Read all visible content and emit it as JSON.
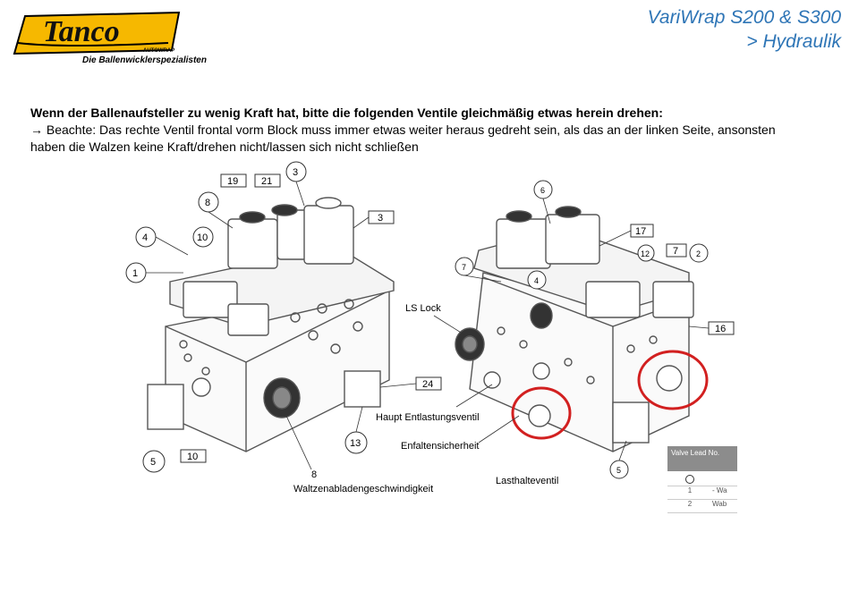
{
  "header": {
    "logo_text": "Tanco",
    "logo_subtext": "AUTOWRAP",
    "tagline": "Die Ballenwicklerspezialisten",
    "title_line1": "VariWrap S200 & S300",
    "title_line2": "> Hydraulik"
  },
  "content": {
    "heading": "Wenn der Ballenaufsteller zu wenig Kraft hat, bitte die folgenden Ventile gleichmäßig etwas herein drehen:",
    "note_arrow": "→",
    "note_text": "Beachte: Das rechte Ventil frontal vorm Block muss immer etwas weiter heraus gedreht sein, als das an der linken Seite, ansonsten haben die Walzen keine Kraft/drehen nicht/lassen sich nicht schließen"
  },
  "figure": {
    "labels": {
      "ls_lock": "LS Lock",
      "haupt": "Haupt Entlastungsventil",
      "enfalten": "Enfaltensicherheit",
      "lasthalte": "Lasthalteventil",
      "walzen": "Waltzenabladengeschwindigkeit"
    },
    "left_callouts": [
      "19",
      "21",
      "3",
      "8",
      "3",
      "4",
      "10",
      "1",
      "24",
      "5",
      "10",
      "13",
      "8"
    ],
    "right_callouts": [
      "6",
      "17",
      "7",
      "12",
      "2",
      "7",
      "4",
      "16",
      "5"
    ],
    "table": {
      "header": "Valve Lead No.",
      "rows": [
        {
          "no": "1",
          "desc": "- Wa"
        },
        {
          "no": "2",
          "desc": "Wab"
        }
      ]
    },
    "colors": {
      "highlight": "#d22020",
      "title": "#2e75b6",
      "logo_yellow": "#f6b800"
    }
  }
}
